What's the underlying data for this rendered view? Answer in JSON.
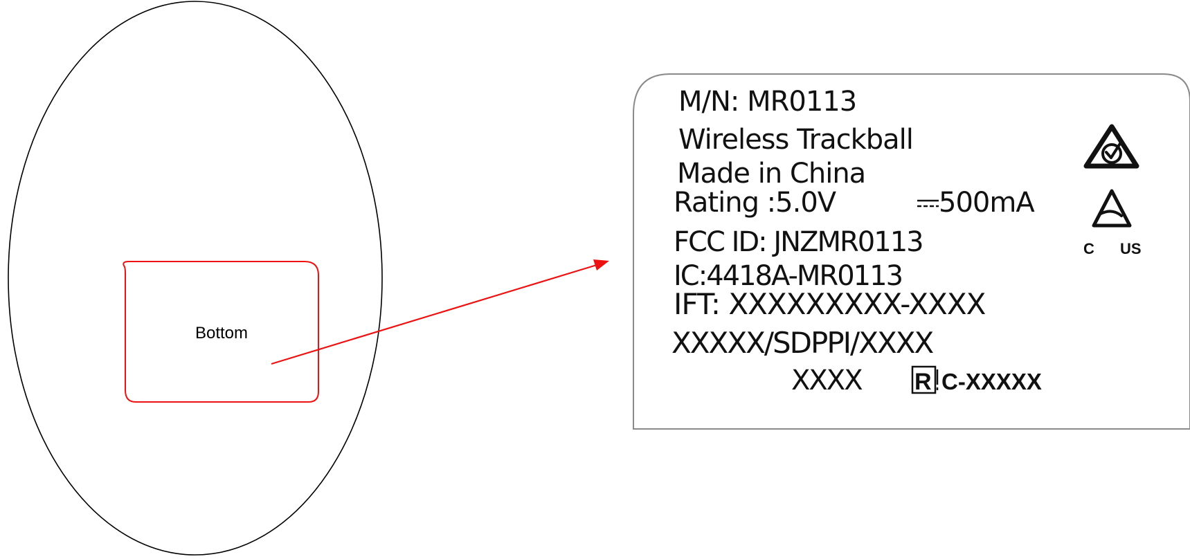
{
  "device": {
    "bottom_label": "Bottom"
  },
  "label": {
    "lines": [
      "M/N: MR0113",
      "Wireless Trackball",
      "Made in China",
      "Rating :5.0V",
      "500mA",
      "FCC ID: JNZMR0113",
      "IC:4418A-MR0113",
      "IFT: XXXXXXXXX-XXXX",
      "XXXXX/SDPPI/XXXX",
      "XXXX"
    ],
    "r_mark": "R",
    "rc_code": "C-XXXXX",
    "ul_c": "C",
    "ul_us": "US"
  },
  "colors": {
    "callout": "#ee1111",
    "outline": "#000000",
    "label_border": "#8a8a8a"
  },
  "icons": {
    "rcm": "rcm-compliance-mark-icon",
    "ul": "ul-certification-mark-icon",
    "dc": "dc-symbol-icon"
  }
}
